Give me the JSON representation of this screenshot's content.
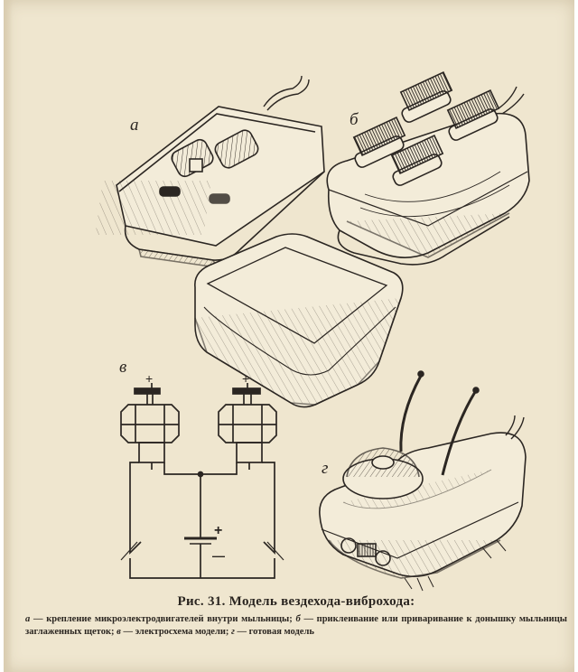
{
  "figure": {
    "panel_labels": {
      "a": "а",
      "b": "б",
      "v": "в",
      "g": "г"
    },
    "circuit_signs": {
      "plus": "+",
      "minus": "—",
      "top_left": "+",
      "top_right": "+"
    }
  },
  "caption": {
    "title": "Рис. 31. Модель вездехода-виброхода:",
    "items": [
      {
        "key": "а",
        "text": " — крепление микроэлектродвигателей внутри мыльницы; "
      },
      {
        "key": "б",
        "text": " — приклеивание или приваривание к донышку мыльницы заглаженных щеток; "
      },
      {
        "key": "в",
        "text": " — электросхема модели; "
      },
      {
        "key": "г",
        "text": " — готовая модель"
      }
    ]
  },
  "colors": {
    "paper": "#efe6cf",
    "ink": "#2b2622"
  }
}
